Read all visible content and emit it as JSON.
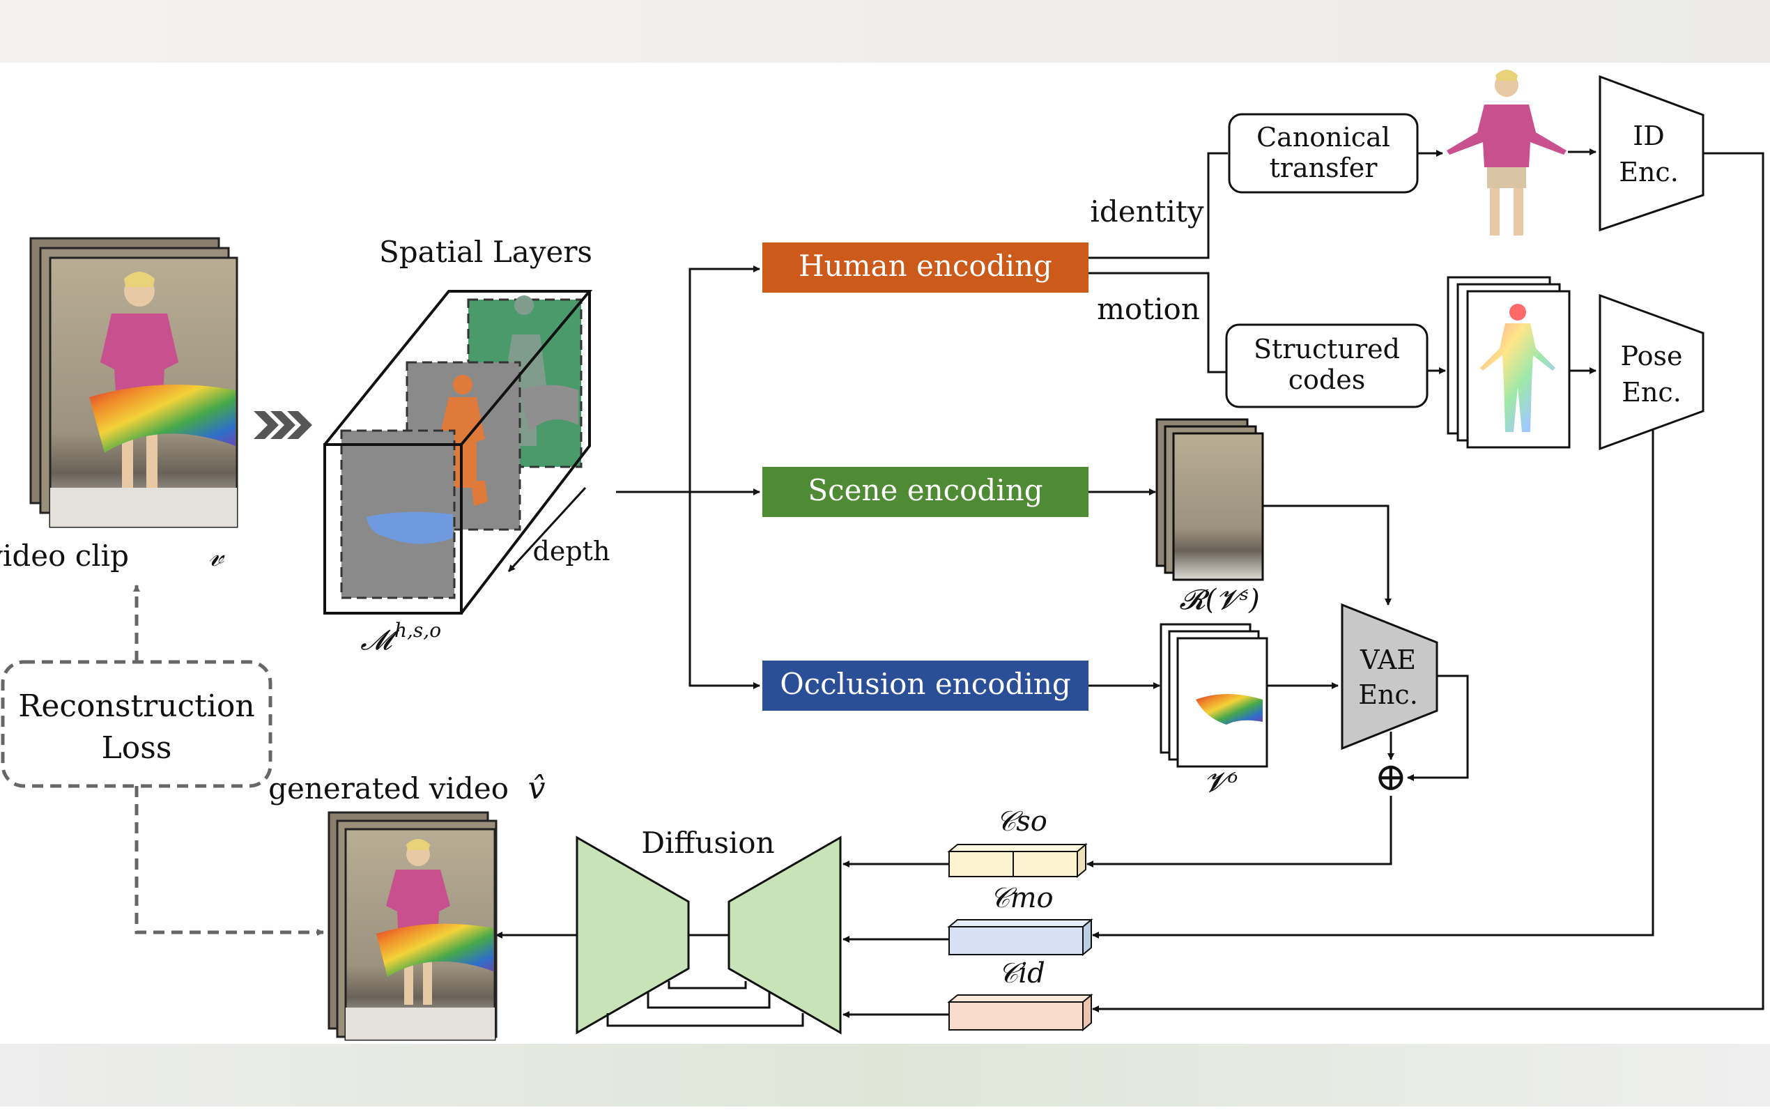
{
  "labels": {
    "video_clip": "video clip",
    "video_clip_sym": "𝓋",
    "spatial_layers": "Spatial Layers",
    "depth": "depth",
    "mask_sym": "𝓜",
    "mask_sup": "h,s,o",
    "reconstruction_line1": "Reconstruction",
    "reconstruction_line2": "Loss",
    "generated_video": "generated video",
    "generated_sym": "v̂",
    "human_encoding": "Human encoding",
    "scene_encoding": "Scene encoding",
    "occlusion_encoding": "Occlusion encoding",
    "identity": "identity",
    "motion": "motion",
    "canonical_line1": "Canonical",
    "canonical_line2": "transfer",
    "structured_line1": "Structured",
    "structured_line2": "codes",
    "id_enc_line1": "ID",
    "id_enc_line2": "Enc.",
    "pose_enc_line1": "Pose",
    "pose_enc_line2": "Enc.",
    "vae_enc_line1": "VAE",
    "vae_enc_line2": "Enc.",
    "scene_frames": "𝓡(𝓥ˢ)",
    "occlusion_frames": "𝓥ᵒ",
    "diffusion": "Diffusion",
    "c_so": "𝒞so",
    "c_mo": "𝒞mo",
    "c_id": "𝒞id",
    "plus": "⊕"
  },
  "colors": {
    "human": "#cc5a1a",
    "scene": "#4f8a34",
    "occlusion": "#2b4f96",
    "diffusion": "#c8e3b8",
    "c_so": "#fdf3d0",
    "c_mo": "#d6e2f3",
    "c_id": "#f9dccb",
    "vae": "#c8c8c8",
    "layer_green": "#4a9a6c",
    "layer_gray": "#8a8a8a",
    "layer_orange": "#e07a3a",
    "layer_blue": "#6f9ae0"
  }
}
